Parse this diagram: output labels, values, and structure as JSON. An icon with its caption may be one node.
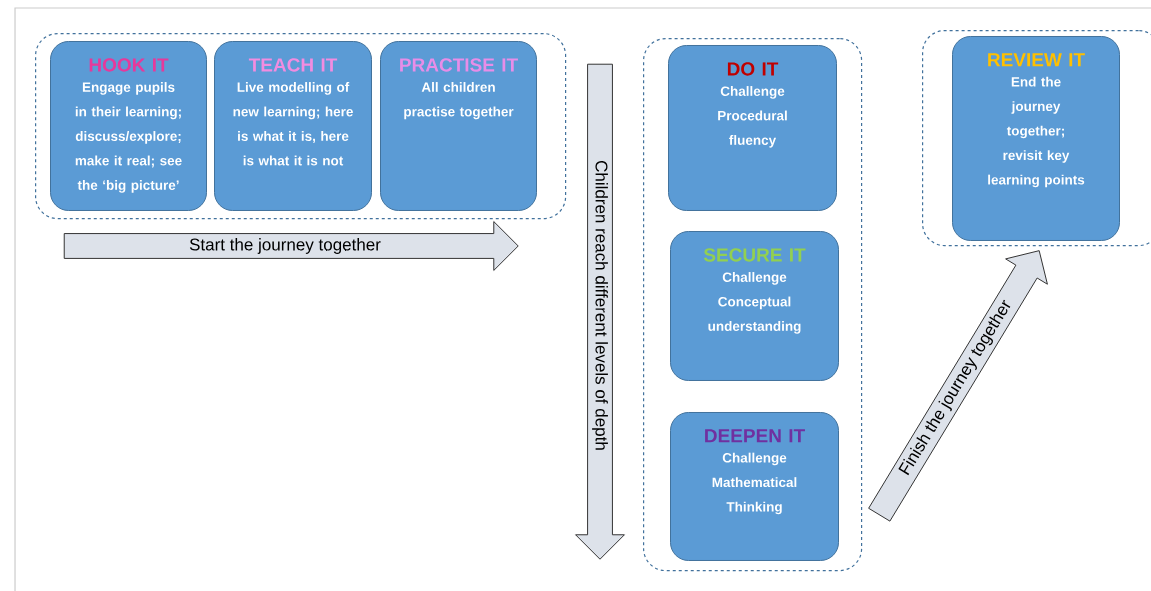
{
  "diagram": {
    "nodes": [
      {
        "text": [],
        "shape": "box"
      },
      {
        "text": [
          "HOOK IT",
          "Engage pupils in their learning; discuss/explore; make it real; see the ‘big picture’"
        ],
        "in": 0
      },
      {
        "text": [
          "TEACH IT",
          "Live modelling of new learning; here is what it is, here is what it is not"
        ],
        "in": 0
      },
      {
        "text": [
          "PRACTISE IT",
          "All children practise together"
        ],
        "in": 0
      },
      {
        "text": [
          "Start the journey together"
        ]
      },
      {
        "text": [
          "Children reach different levels of depth"
        ]
      },
      {
        "text": [],
        "shape": "box"
      },
      {
        "text": [
          "DO IT",
          "Challenge Procedural fluency"
        ],
        "in": 6
      },
      {
        "text": [
          "SECURE IT",
          "Challenge Conceptual understanding"
        ],
        "in": 6
      },
      {
        "text": [
          "DEEPEN IT",
          "Challenge Mathematical Thinking"
        ],
        "in": 6
      },
      {
        "text": [
          "Finish the journey together"
        ]
      },
      {
        "text": [],
        "shape": "box"
      },
      {
        "text": [
          "REVIEW IT",
          "End the journey together; revisit key learning points"
        ],
        "in": 11
      }
    ]
  }
}
